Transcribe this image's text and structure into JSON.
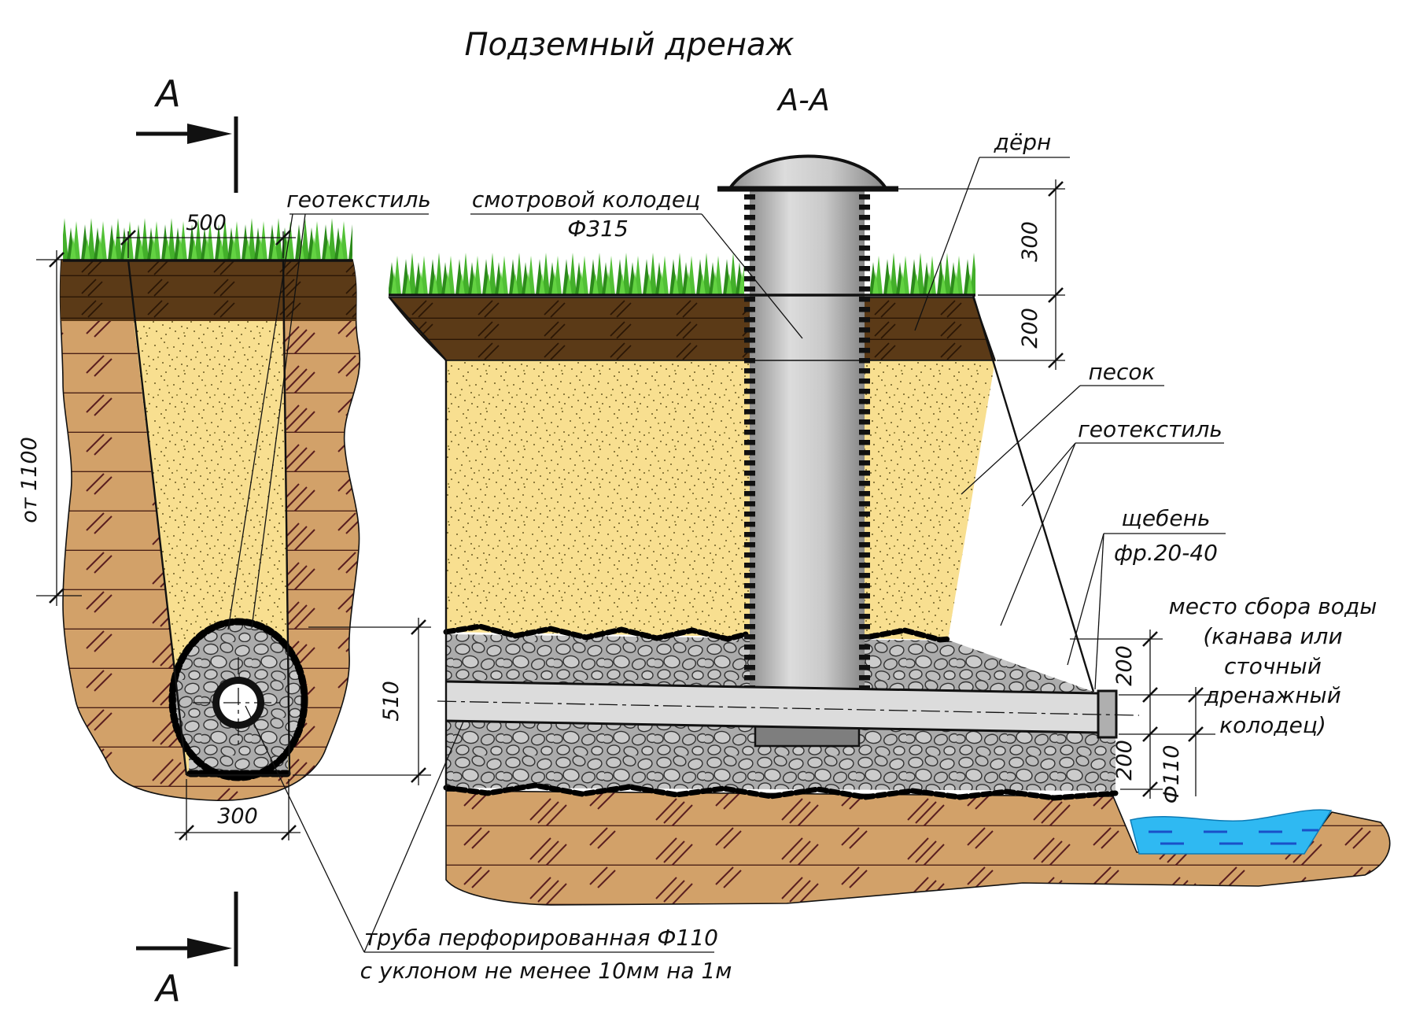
{
  "title": "Подземный дренаж",
  "section_label": "А-А",
  "section_marker": "А",
  "labels": {
    "geotextile_left": "геотекстиль",
    "well_line1": "смотровой колодец",
    "well_line2": "Ф315",
    "turf": "дёрн",
    "sand": "песок",
    "geotextile_right": "геотекстиль",
    "gravel_line1": "щебень",
    "gravel_line2": "фр.20-40",
    "collection": [
      "место сбора воды",
      "(канава или",
      "сточный",
      "дренажный",
      "колодец)"
    ],
    "pipe_note": [
      "труба перфорированная  Ф110",
      "с уклоном не менее  10мм на  1м"
    ]
  },
  "dims": {
    "trench_top_width": "500",
    "depth_min": "от 1100",
    "gravel_wrap_height": "510",
    "trench_bottom_width": "300",
    "well_above_ground": "300",
    "turf_layer": "200",
    "gravel_above_pipe": "200",
    "gravel_below_pipe": "200",
    "pipe_diameter": "Ф110"
  },
  "colors": {
    "soil": "#D2A169",
    "turf": "#5B3A17",
    "sand": "#F8DF90",
    "gravel": "#ABABAB",
    "water": "#2FB9F2",
    "water_dash": "#1A50C8",
    "grass": "#43B02A",
    "pipe": "#DCDCDC",
    "well": "#C0C0C0"
  }
}
